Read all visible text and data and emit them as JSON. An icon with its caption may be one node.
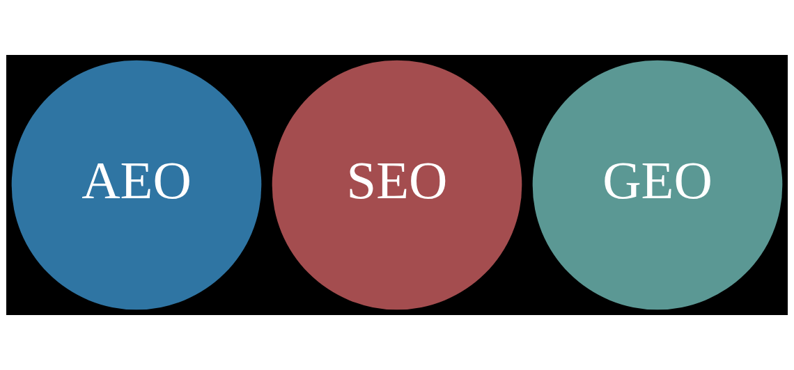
{
  "diagram": {
    "nodes": [
      {
        "text": [
          "AEO"
        ]
      },
      {
        "text": [
          "SEO"
        ]
      },
      {
        "text": [
          "GEO"
        ]
      }
    ]
  }
}
